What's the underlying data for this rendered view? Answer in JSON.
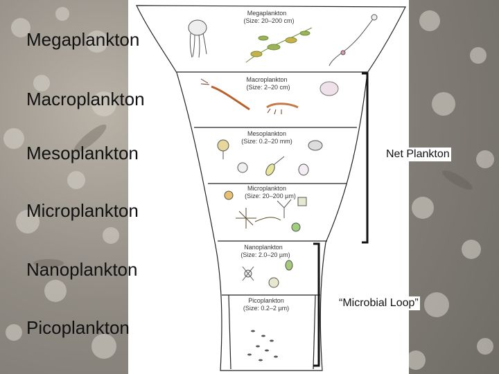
{
  "side_labels": {
    "mega": "Megaplankton",
    "macro": "Macroplankton",
    "meso": "Mesoplankton",
    "micro": "Microplankton",
    "nano": "Nanoplankton",
    "pico": "Picoplankton"
  },
  "funnel": {
    "mega": {
      "name": "Megaplankton",
      "size": "(Size: 20–200 cm)"
    },
    "macro": {
      "name": "Macroplankton",
      "size": "(Size: 2–20 cm)"
    },
    "meso": {
      "name": "Mesoplankton",
      "size": "(Size: 0.2–20 mm)"
    },
    "micro": {
      "name": "Microplankton",
      "size": "(Size: 20–200 µm)"
    },
    "nano": {
      "name": "Nanoplankton",
      "size": "(Size: 2.0–20 µm)"
    },
    "pico": {
      "name": "Picoplankton",
      "size": "(Size: 0.2–2 µm)"
    }
  },
  "brackets": {
    "net": "Net Plankton",
    "microbial": "“Microbial Loop”"
  },
  "colors": {
    "ink": "#111111",
    "organism_green": "#6f8f3a",
    "organism_brown": "#8a5a3c"
  }
}
